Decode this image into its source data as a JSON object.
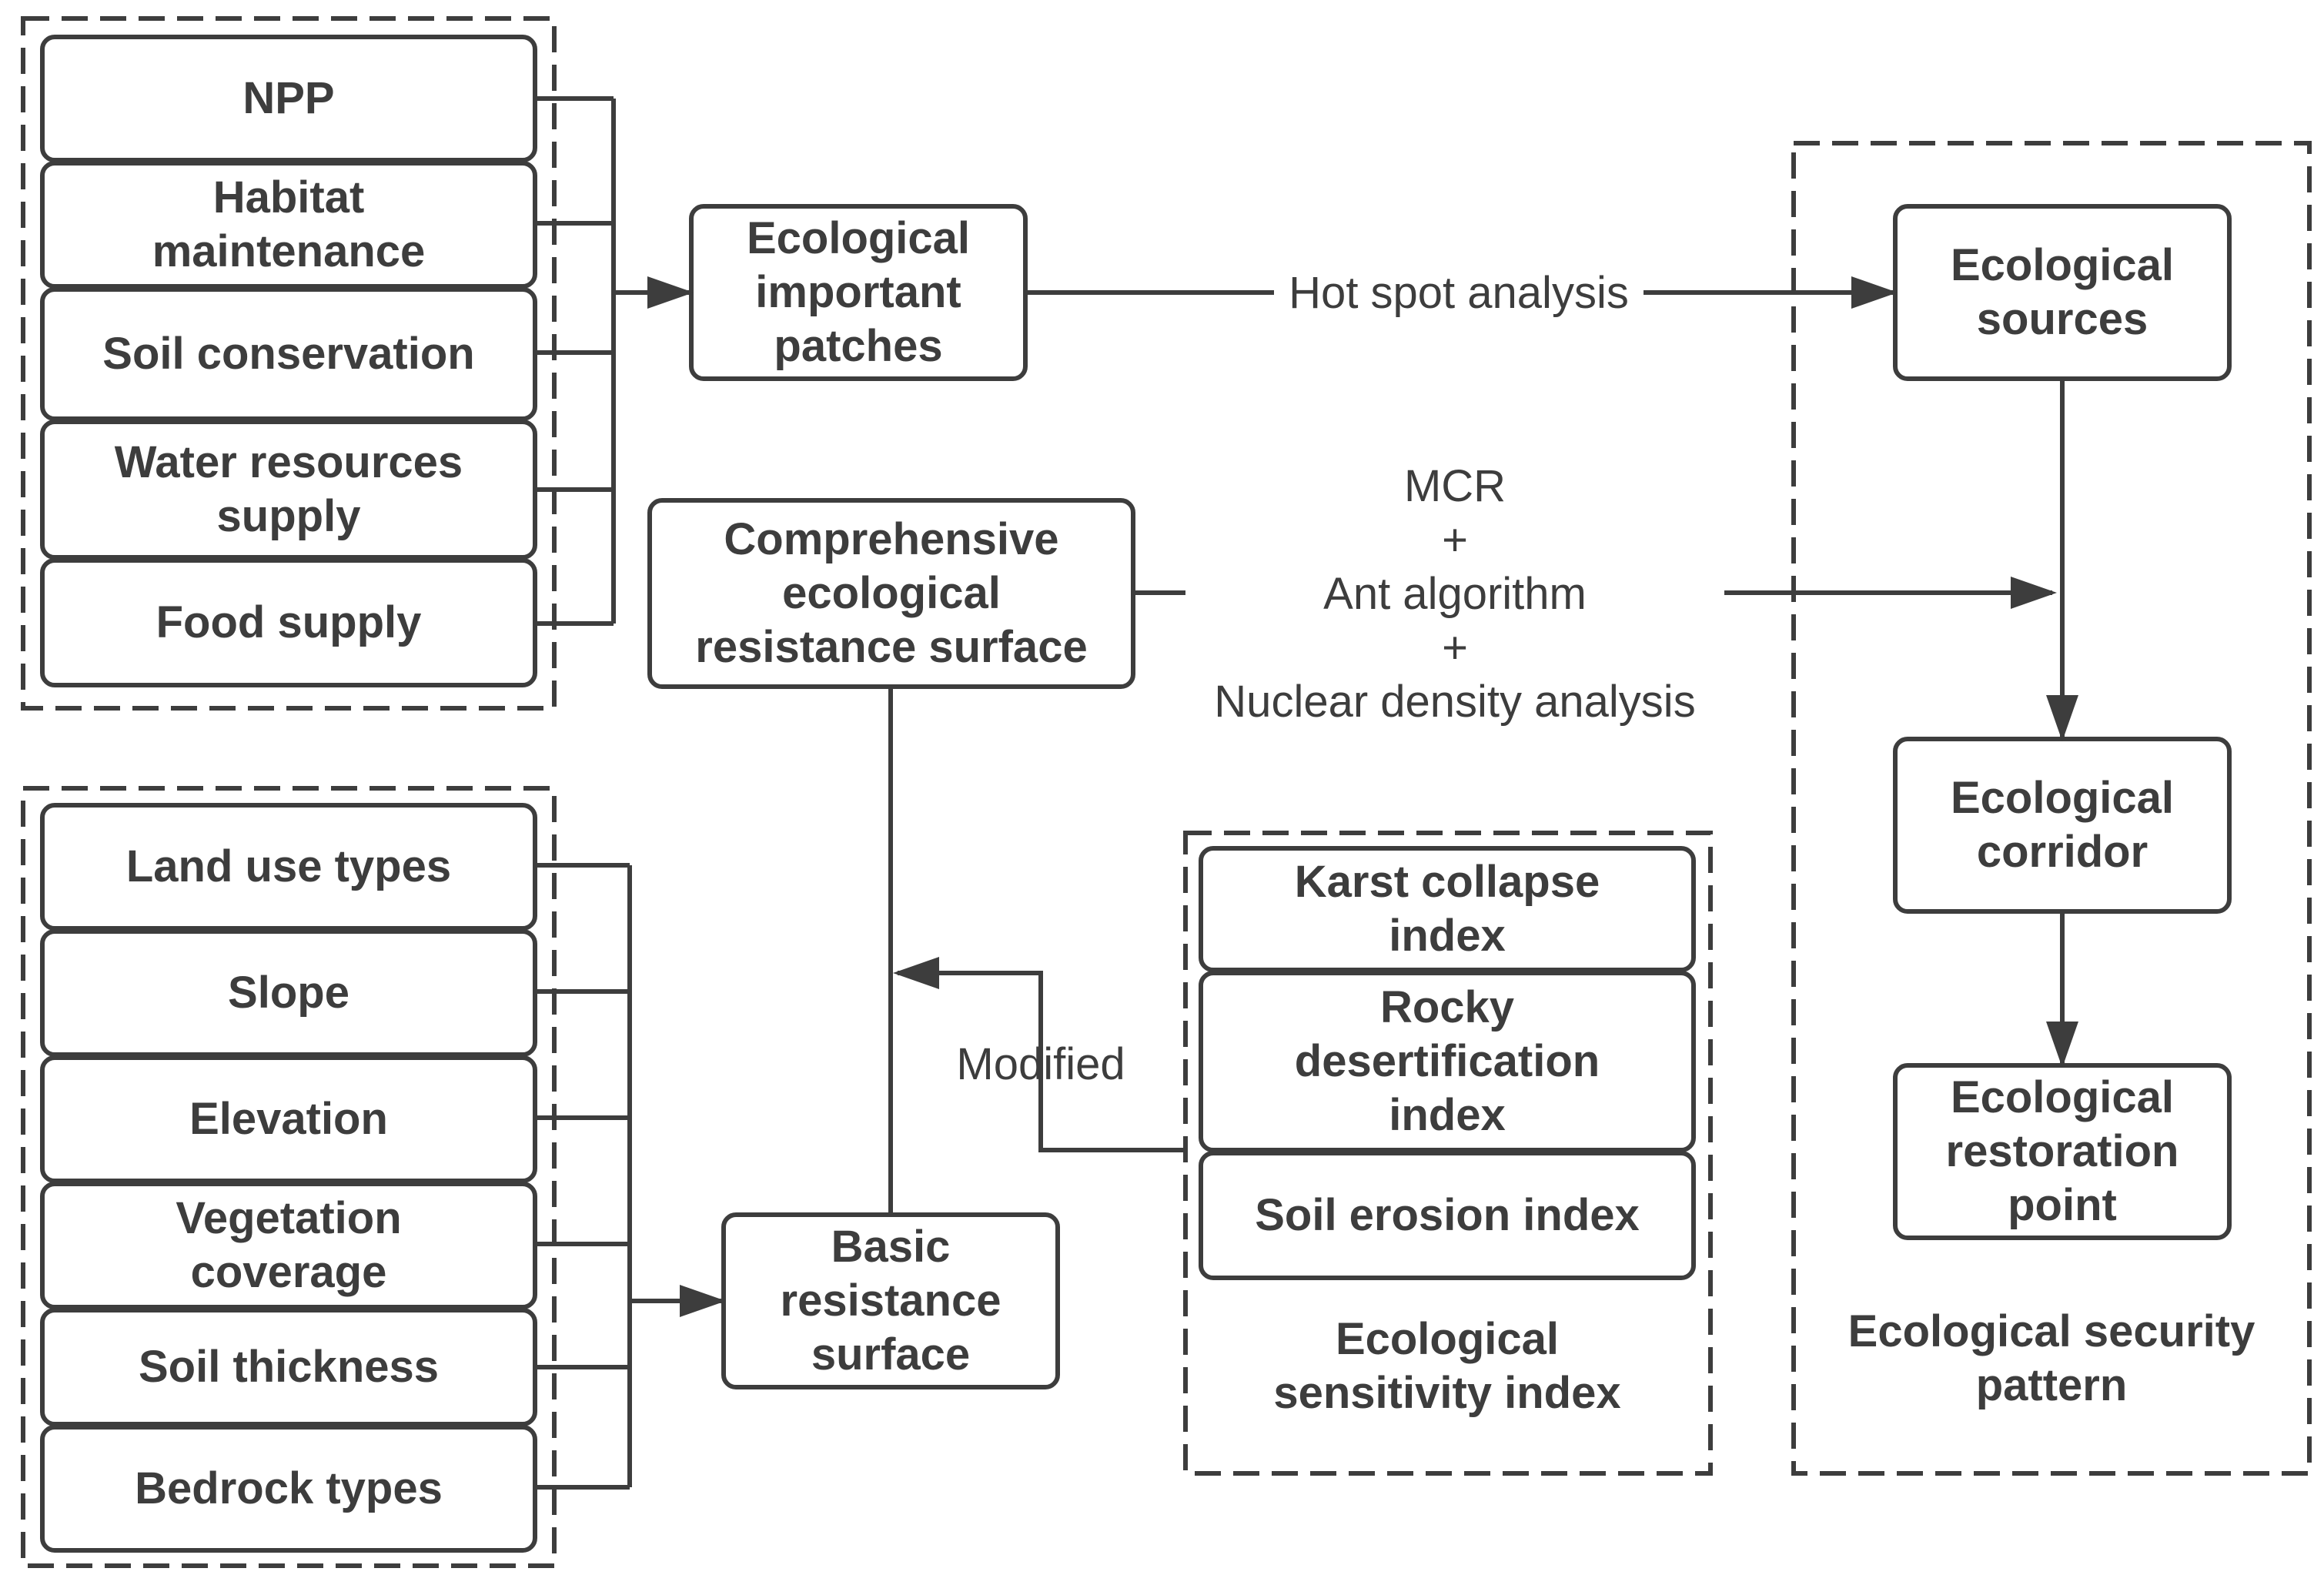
{
  "inputs_group_1": {
    "npp": "NPP",
    "habitat": "Habitat\nmaintenance",
    "soil_conservation": "Soil conservation",
    "water": "Water resources\nsupply",
    "food": "Food supply"
  },
  "inputs_group_2": {
    "land_use": "Land use types",
    "slope": "Slope",
    "elevation": "Elevation",
    "vegetation": "Vegetation\ncoverage",
    "soil_thickness": "Soil thickness",
    "bedrock": "Bedrock types"
  },
  "middle": {
    "patches": "Ecological\nimportant\npatches",
    "comprehensive": "Comprehensive\necological\nresistance surface",
    "basic": "Basic\nresistance\nsurface"
  },
  "sensitivity": {
    "karst": "Karst collapse\nindex",
    "rocky": "Rocky\ndesertification\nindex",
    "erosion": "Soil erosion index",
    "group_label": "Ecological\nsensitivity index"
  },
  "pattern": {
    "sources": "Ecological\nsources",
    "corridor": "Ecological\ncorridor",
    "restoration": "Ecological\nrestoration\npoint",
    "group_label": "Ecological security\npattern"
  },
  "edges": {
    "hot_spot": "Hot spot analysis",
    "mcr": "MCR\n+\nAnt algorithm\n+\nNuclear density analysis",
    "modified": "Modified"
  },
  "colors": {
    "stroke": "#3d3d3d",
    "text": "#3d3d3d"
  }
}
